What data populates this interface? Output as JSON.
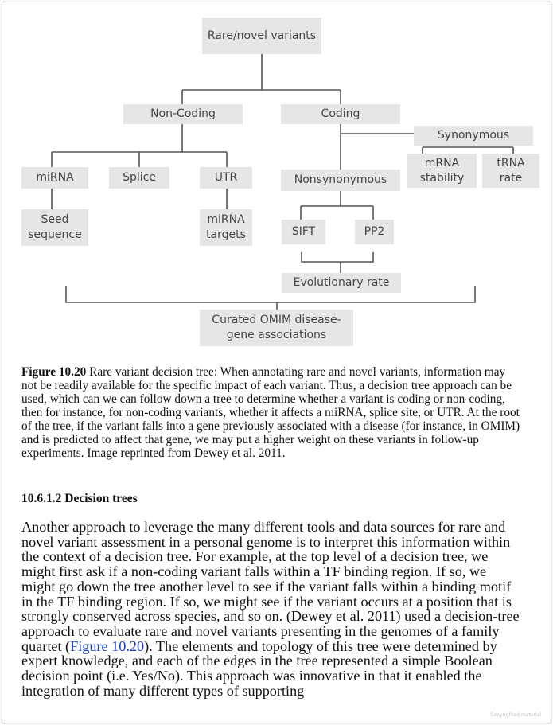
{
  "figure": {
    "nodes": {
      "root": "Rare/novel variants",
      "noncoding": "Non-Coding",
      "coding": "Coding",
      "synonymous": "Synonymous",
      "mirna": "miRNA",
      "splice": "Splice",
      "utr": "UTR",
      "nonsynonymous": "Nonsynonymous",
      "mrna_stability": "mRNA\nstability",
      "trna_rate": "tRNA\nrate",
      "seed_sequence": "Seed\nsequence",
      "mirna_targets": "miRNA\ntargets",
      "sift": "SIFT",
      "pp2": "PP2",
      "evolutionary_rate": "Evolutionary rate",
      "omim": "Curated OMIM disease-\ngene associations"
    }
  },
  "caption": {
    "label": "Figure 10.20",
    "text": " Rare variant decision tree: When annotating rare and novel variants, information may not be readily available for the specific impact of each variant. Thus, a decision tree approach can be used, which can we can follow down a tree to determine whether a variant is coding or non-coding, then for instance, for non-coding variants, whether it affects a miRNA, splice site, or UTR. At the root of the tree, if the variant falls into a gene previously associated with a disease (for instance, in OMIM) and is predicted to affect that gene, we may put a higher weight on these variants in follow-up experiments. Image reprinted from Dewey et al. 2011."
  },
  "section": {
    "heading": "10.6.1.2 Decision trees"
  },
  "body": {
    "before_link": "Another approach to leverage the many different tools and data sources for rare and novel variant assessment in a personal genome is to interpret this information within the context of a decision tree. For example, at the top level of a decision tree, we might first ask if a non-coding variant falls within a TF binding region. If so, we might go down the tree another level to see if the variant falls within a binding motif in the TF binding region. If so, we might see if the variant occurs at a position that is strongly conserved across species, and so on. (Dewey et al. 2011) used a decision-tree approach to evaluate rare and novel variants presenting in the genomes of a family quartet (",
    "link": "Figure 10.20",
    "after_link": "). The elements and topology of this tree were determined by expert knowledge, and each of the edges in the tree represented a simple Boolean decision point (i.e. Yes/No). This approach was innovative in that it enabled the integration of many different types of supporting"
  },
  "footer": {
    "copyright": "Copyrighted material"
  }
}
